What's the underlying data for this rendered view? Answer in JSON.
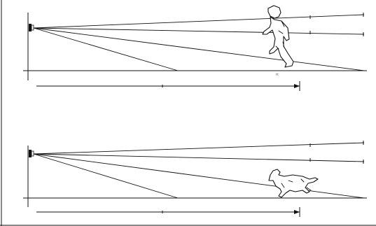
{
  "panels": [
    {
      "subject": "person-walking",
      "distance_mark": "ᵗᵗ"
    },
    {
      "subject": "dog-running",
      "distance_mark": ""
    }
  ]
}
